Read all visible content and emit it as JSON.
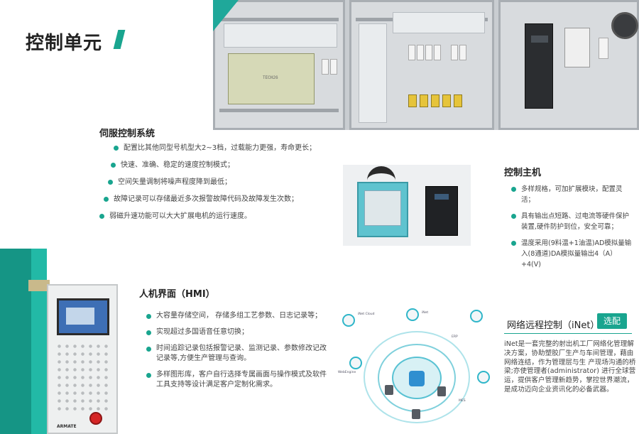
{
  "title": "控制单元",
  "servo": {
    "title": "伺服控制系统",
    "bullets": [
      "配置比其他同型号机型大2~3档，过载能力更强，寿命更长；",
      "快速、准确、稳定的速度控制模式；",
      "空间矢量调制将噪声程度降到最低；",
      "故障记录可以存储最近多次报警故障代码及故障发生次数；",
      "弱磁升速功能可以大大扩展电机的运行速度。"
    ]
  },
  "host": {
    "title": "控制主机",
    "bullets": [
      "多样规格，可加扩展模块，配置灵活；",
      "具有输出点短路、过电流等硬件保护装置,硬件防护到位，安全可靠；",
      "温度采用(9料温+1油温)AD模拟量输入(8通道)DA模拟量输出4（A）+4(V)"
    ]
  },
  "hmi": {
    "title": "人机界面（HMI）",
    "bullets": [
      "大容量存储空间，   存储多组工艺参数、日志记录等；",
      "实现超过多国语音任意切换；",
      "时间追踪记录包括报警记录、监测记录、参数修改记改记录等,方便生产管理与查询。",
      "多样图形库，客户自行选择专属画面与操作模式及软件工具支持等设计满足客户定制化需求。"
    ],
    "brand": "ARMATE"
  },
  "inet": {
    "title": "网络远程控制（iNet）",
    "badge": "选配",
    "description": "iNet是一套完整的射出机工厂网络化管理解决方案，协助塑胶厂生产与车间管理，藉由网络连结，作为管理层与生 产现场沟通的桥梁;亦使管理者(administrator) 进行全球营运，提供客户管理新趋势，掌控世界潮流，是成功迈向企业资讯化的必备武器。",
    "diagram_labels": [
      "iNet Cloud",
      "iNet",
      "WebEngine",
      "ERP",
      "MES"
    ]
  },
  "photo_labels": {
    "pcb": "TECH26"
  },
  "colors": {
    "accent": "#19a58f",
    "machine_teal": "#22b9a6"
  }
}
